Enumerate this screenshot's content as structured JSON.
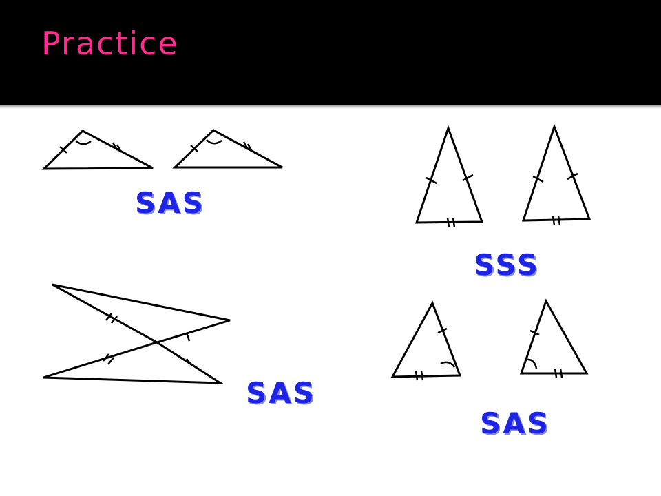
{
  "slide": {
    "title": "Practice",
    "title_color": "#ff2b8f",
    "label_color": "#1e24e6"
  },
  "problems": [
    {
      "id": "top-left",
      "answer": "SAS"
    },
    {
      "id": "top-right",
      "answer": "SSS"
    },
    {
      "id": "bottom-left",
      "answer": "SAS"
    },
    {
      "id": "bottom-right",
      "answer": "SAS"
    }
  ]
}
